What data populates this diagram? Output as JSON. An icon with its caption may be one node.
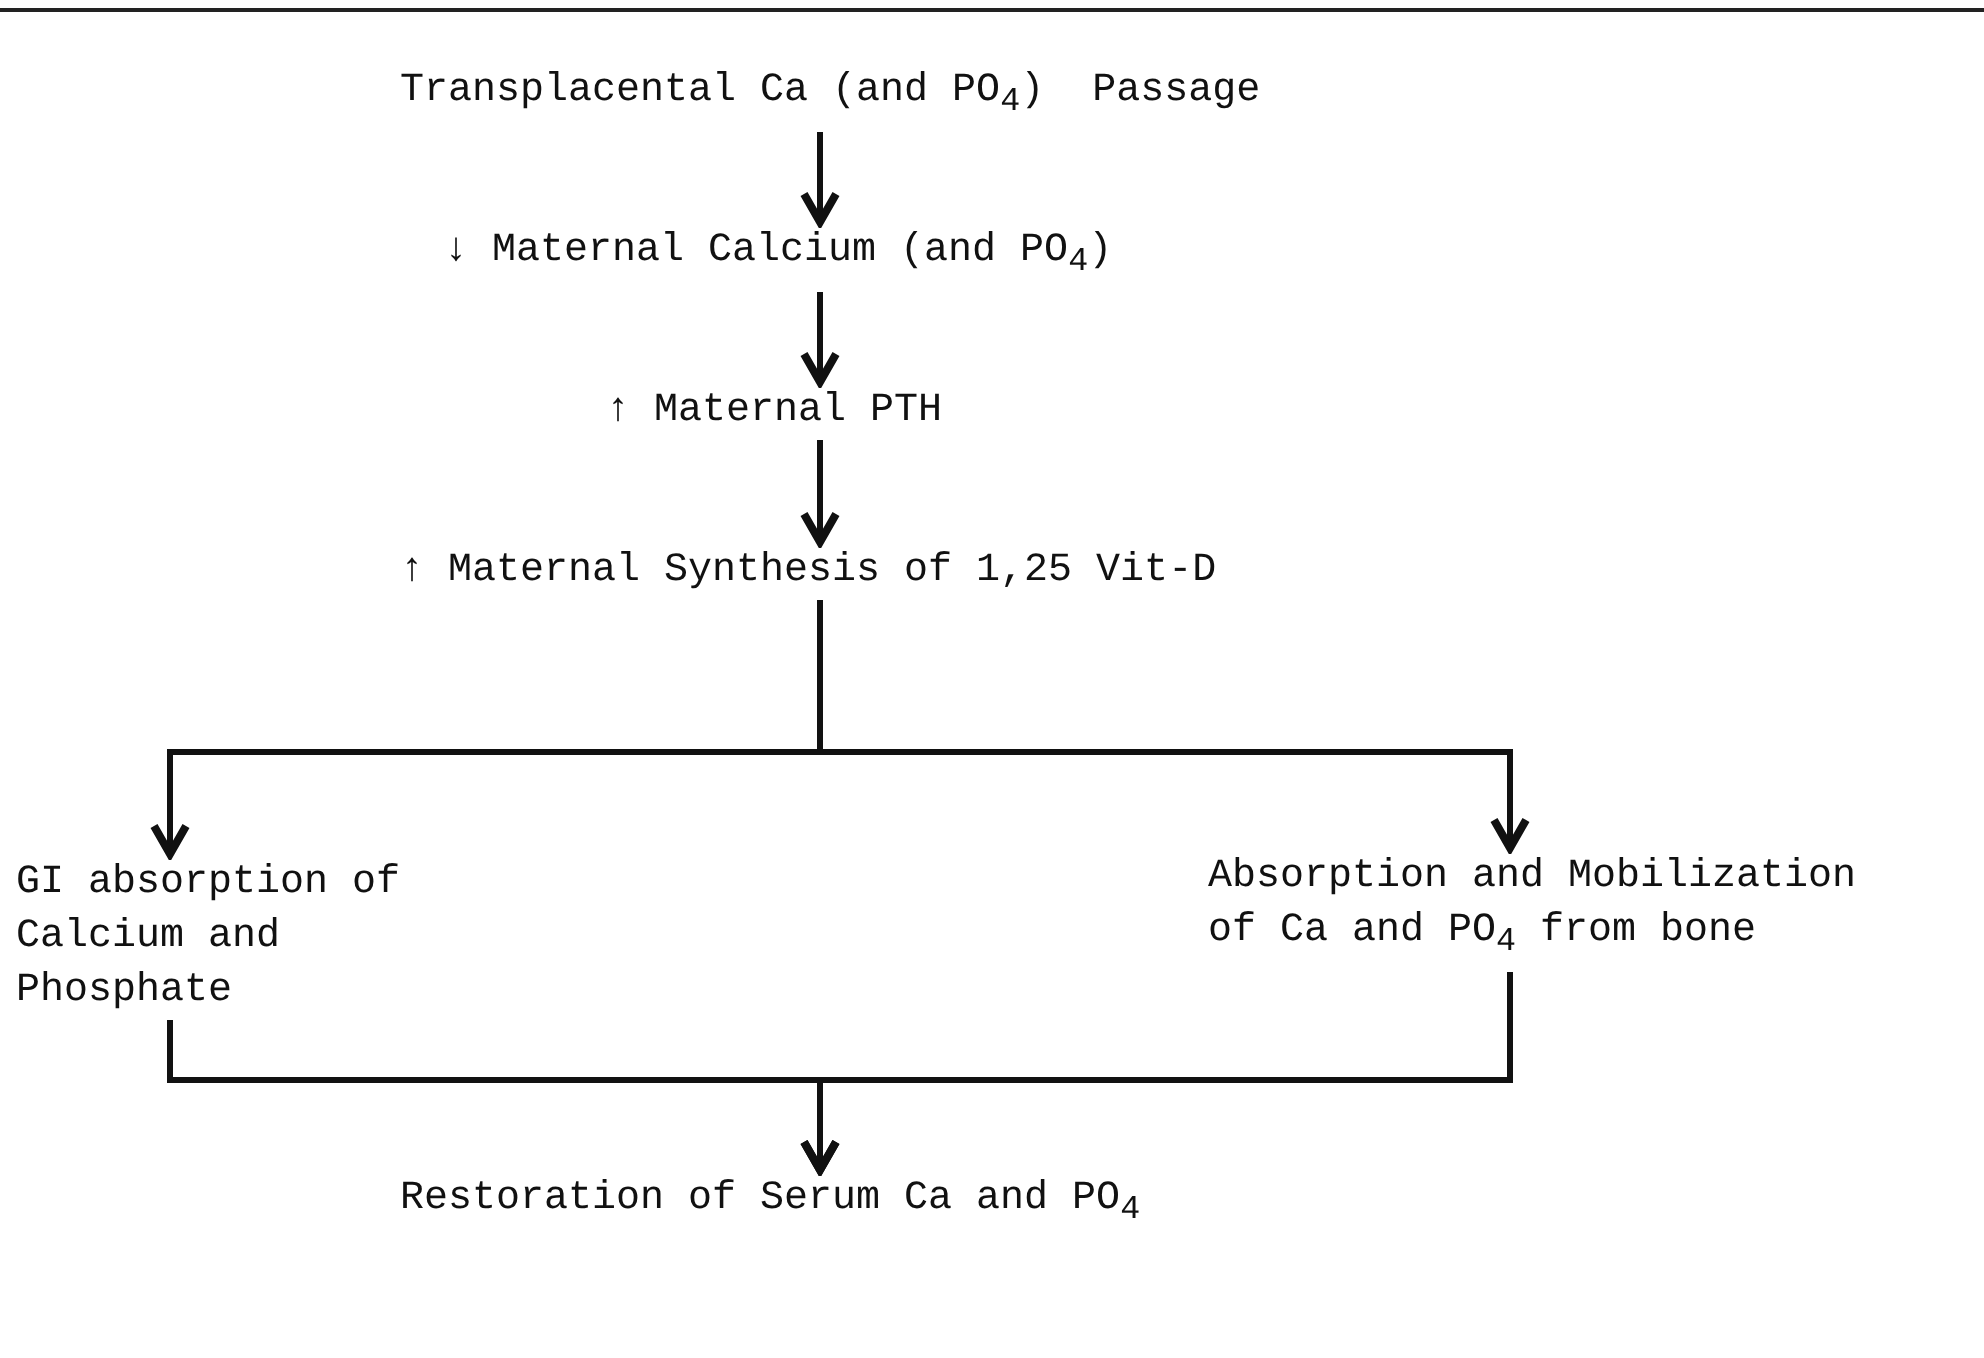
{
  "diagram": {
    "nodes": [
      {
        "text": [
          "Transplacental Ca (and PO$_{4}$)  Passage"
        ]
      },
      {
        "text": [
          "↓ Maternal Calcium (and PO$_{4}$)"
        ]
      },
      {
        "text": [
          "↑ Maternal PTH"
        ]
      },
      {
        "text": [
          "↑ Maternal Synthesis of 1,25 Vit-D"
        ]
      },
      {
        "text": [
          "GI absorption of Calcium and Phosphate"
        ]
      },
      {
        "text": [
          "Absorption and Mobilization of Ca and PO$_{4}$ from bone"
        ]
      },
      {
        "text": [
          "Restoration of Serum Ca and PO$_{4}$"
        ]
      }
    ],
    "edges": [
      {
        "from": 0,
        "to": 1,
        "arrow": "to"
      },
      {
        "from": 1,
        "to": 2,
        "arrow": "to"
      },
      {
        "from": 2,
        "to": 3,
        "arrow": "to"
      },
      {
        "from": 3,
        "to": 4,
        "arrow": "to"
      },
      {
        "from": 3,
        "to": 5,
        "arrow": "to"
      },
      {
        "from": 4,
        "to": 6,
        "arrow": "to"
      },
      {
        "from": 5,
        "to": 6,
        "arrow": "to"
      }
    ]
  }
}
